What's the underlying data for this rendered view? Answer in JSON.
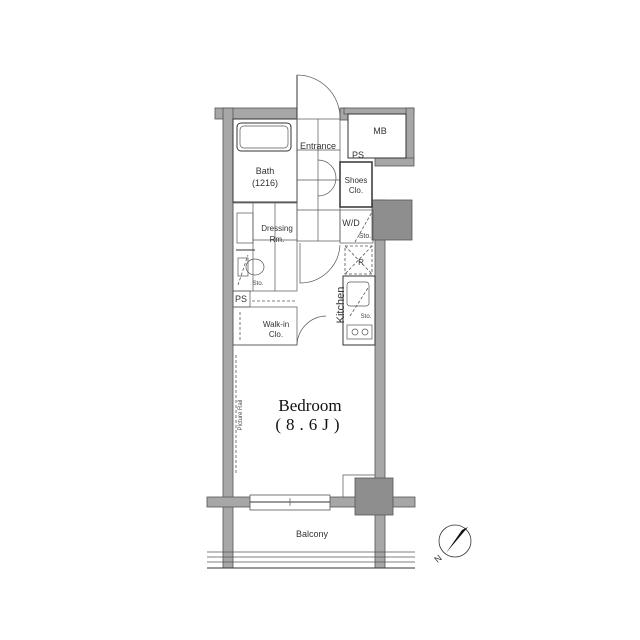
{
  "rooms": {
    "entrance": "Entrance",
    "mb": "MB",
    "ps_top": "PS",
    "bath": "Bath",
    "bath_size": "(1216)",
    "shoes_line1": "Shoes",
    "shoes_line2": "Clo.",
    "wd": "W/D",
    "wd_sto": "Sto.",
    "dressing_line1": "Dressing",
    "dressing_line2": "Rm.",
    "refrigerator": "R",
    "toilet_sto": "Sto.",
    "ps_left": "PS",
    "walkin_line1": "Walk-in",
    "walkin_line2": "Clo.",
    "kitchen": "Kitchen",
    "kitchen_sto": "Sto.",
    "bedroom": "Bedroom",
    "bedroom_size": "(8.6J)",
    "picture_rail": "Picture Rail",
    "balcony": "Balcony"
  },
  "compass": {
    "label": "N"
  },
  "colors": {
    "wall": "#a7a7a7",
    "column": "#8e8e8e"
  }
}
